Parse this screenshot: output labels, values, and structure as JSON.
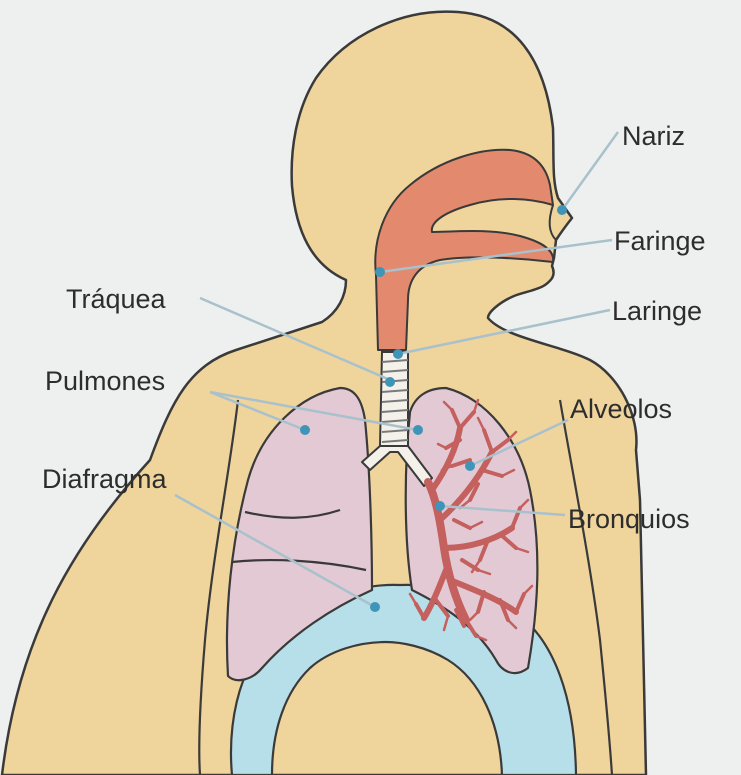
{
  "colors": {
    "background": "#eef0ef",
    "skin": "#efd49c",
    "outline": "#3a3a3a",
    "airway": "#e2896e",
    "lung": "#e3c9d4",
    "diaphragm": "#b6dfe9",
    "bronchi": "#c4605d",
    "leader_line": "#a9c1cc",
    "marker_dot": "#3e95b8",
    "label_text": "#2d2d2d"
  },
  "labels": {
    "nariz": "Nariz",
    "faringe": "Faringe",
    "laringe": "Laringe",
    "traquea": "Tráquea",
    "pulmones": "Pulmones",
    "alveolos": "Alveolos",
    "diafragma": "Diafragma",
    "bronquios": "Bronquios"
  }
}
